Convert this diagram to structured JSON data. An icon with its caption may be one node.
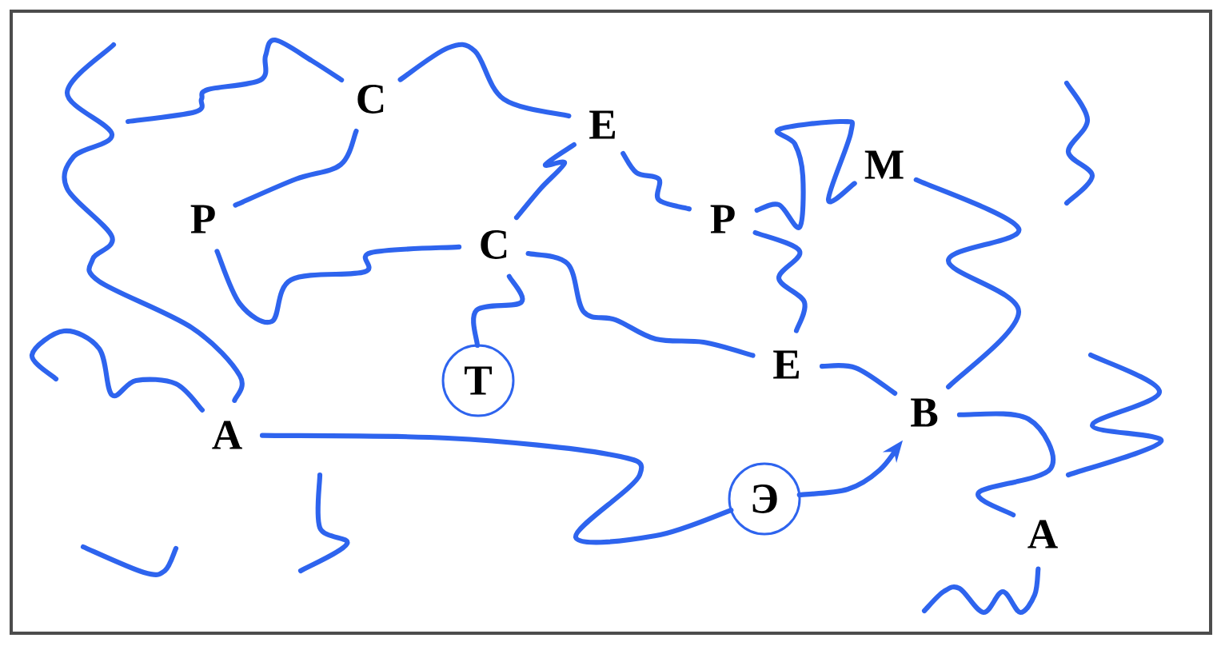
{
  "diagram": {
    "nodes": [
      {
        "text": [
          "С"
        ]
      },
      {
        "text": [
          "Е"
        ]
      },
      {
        "text": [
          "М"
        ]
      },
      {
        "text": [
          "Р"
        ]
      },
      {
        "text": [
          "Р"
        ]
      },
      {
        "text": [
          "С"
        ]
      },
      {
        "text": [
          "Е"
        ]
      },
      {
        "text": [
          "Т"
        ]
      },
      {
        "text": [
          "А"
        ]
      },
      {
        "text": [
          "В"
        ]
      },
      {
        "text": [
          "Э"
        ]
      },
      {
        "text": [
          "А"
        ]
      }
    ],
    "edges": [
      {
        "from": 10,
        "to": 9,
        "arrow": "to"
      },
      {
        "from": 6,
        "to": 9,
        "arrow": "none"
      },
      {
        "from": 4,
        "to": 6,
        "arrow": "none"
      },
      {
        "from": 1,
        "to": 4,
        "arrow": "none"
      },
      {
        "from": 1,
        "to": 5,
        "arrow": "none"
      },
      {
        "from": 5,
        "to": 7,
        "arrow": "none"
      },
      {
        "from": 0,
        "to": 1,
        "arrow": "none"
      },
      {
        "from": 0,
        "to": 3,
        "arrow": "none"
      },
      {
        "from": 3,
        "to": 5,
        "arrow": "none"
      },
      {
        "from": 5,
        "to": 6,
        "arrow": "none"
      },
      {
        "from": 8,
        "to": 10,
        "arrow": "none"
      },
      {
        "from": 2,
        "to": 9,
        "arrow": "none"
      },
      {
        "from": 9,
        "to": 11,
        "arrow": "none"
      },
      {
        "from": 4,
        "to": 2,
        "arrow": "none"
      },
      {
        "from": 0,
        "to": null,
        "arrow": "none"
      },
      {
        "from": 8,
        "to": null,
        "arrow": "none"
      },
      {
        "from": 8,
        "to": null,
        "arrow": "none"
      },
      {
        "from": 11,
        "to": null,
        "arrow": "none"
      }
    ]
  }
}
